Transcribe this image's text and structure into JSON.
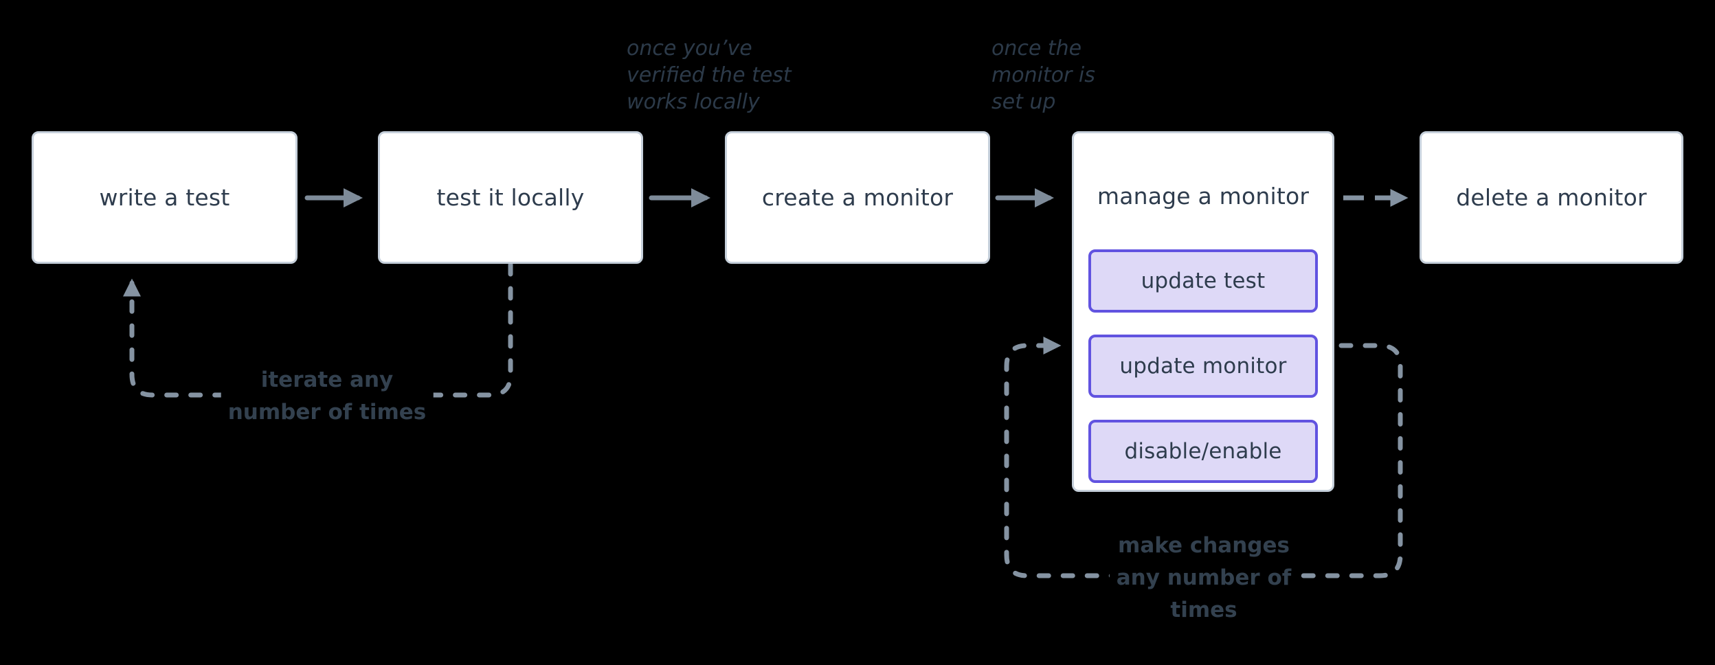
{
  "diagram": {
    "title": "monitor workflow flowchart",
    "nodes": [
      {
        "id": "write-test",
        "label": "write a test"
      },
      {
        "id": "test-locally",
        "label": "test it locally"
      },
      {
        "id": "create-monitor",
        "label": "create a monitor"
      },
      {
        "id": "manage-monitor",
        "label": "manage a monitor",
        "children": [
          {
            "id": "update-test",
            "label": "update test"
          },
          {
            "id": "update-monitor",
            "label": "update monitor"
          },
          {
            "id": "disable-enable",
            "label": "disable/enable"
          }
        ]
      },
      {
        "id": "delete-monitor",
        "label": "delete a monitor"
      }
    ],
    "annotations": [
      {
        "id": "once-verified",
        "lines": [
          "once you’ve",
          "verified the test",
          "works locally"
        ]
      },
      {
        "id": "once-set-up",
        "lines": [
          "once the",
          "monitor is",
          "set up"
        ]
      }
    ],
    "loop_labels": [
      {
        "id": "iterate-loop",
        "lines": [
          "iterate any",
          "number of times"
        ]
      },
      {
        "id": "make-changes-loop",
        "lines": [
          "make changes",
          "any number of",
          "times"
        ]
      }
    ],
    "colors": {
      "background": "#000000",
      "node_fill": "#ffffff",
      "node_border": "#c6d0db",
      "node_text": "#2e3c4d",
      "button_fill": "#ded9f7",
      "button_border": "#6153e0",
      "arrow_solid": "#7e8b99",
      "arrow_dashed": "#8593a2",
      "annotation_text": "#2c3a49",
      "loop_label_text": "#33414f"
    }
  }
}
